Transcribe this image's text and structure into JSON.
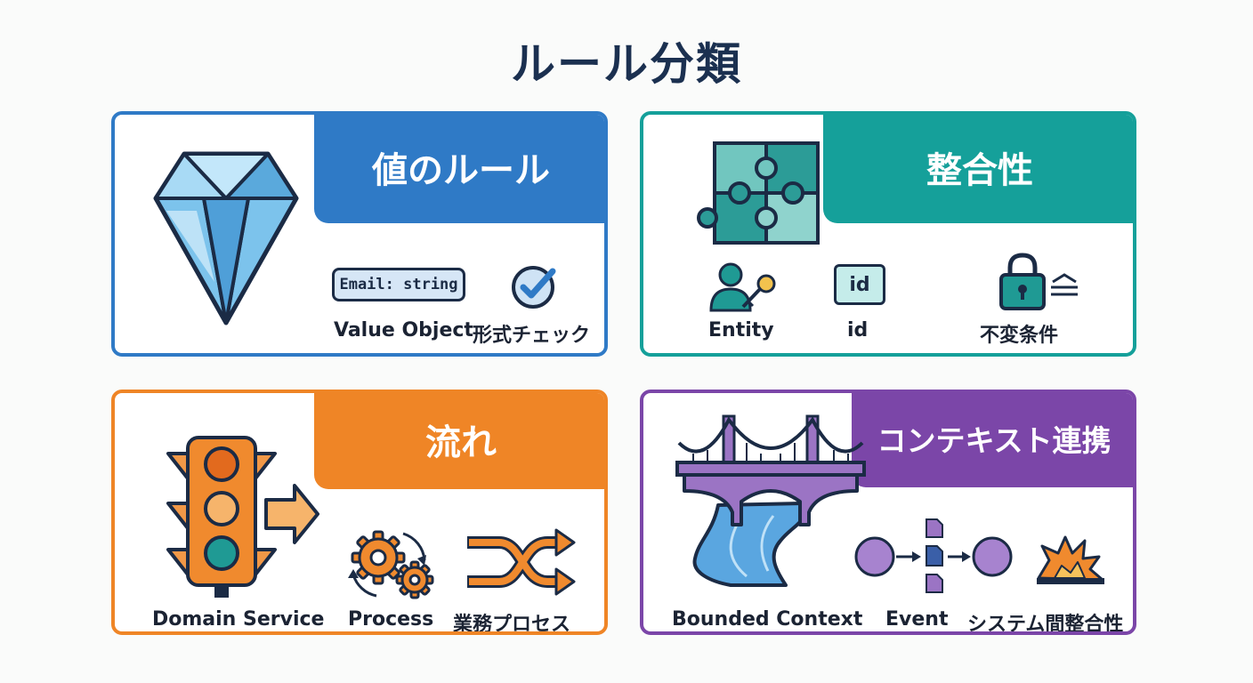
{
  "title": "ルール分類",
  "colors": {
    "value": "#2f7ac6",
    "integrity": "#15a09a",
    "flow": "#ef8526",
    "context": "#7b46a8",
    "title": "#1b3050"
  },
  "cards": {
    "value": {
      "heading": "値のルール",
      "icon": "diamond-icon",
      "pill": "Email: string",
      "labels": [
        "Value Object",
        "形式チェック"
      ]
    },
    "integrity": {
      "heading": "整合性",
      "icon": "puzzle-icon",
      "id_box": "id",
      "labels": [
        "Entity",
        "id",
        "不変条件"
      ]
    },
    "flow": {
      "heading": "流れ",
      "icon": "traffic-light-icon",
      "labels": [
        "Domain Service",
        "Process",
        "業務プロセス"
      ]
    },
    "context": {
      "heading": "コンテキスト連携",
      "icon": "bridge-icon",
      "labels": [
        "Bounded Context",
        "Event",
        "システム間整合性"
      ]
    }
  }
}
